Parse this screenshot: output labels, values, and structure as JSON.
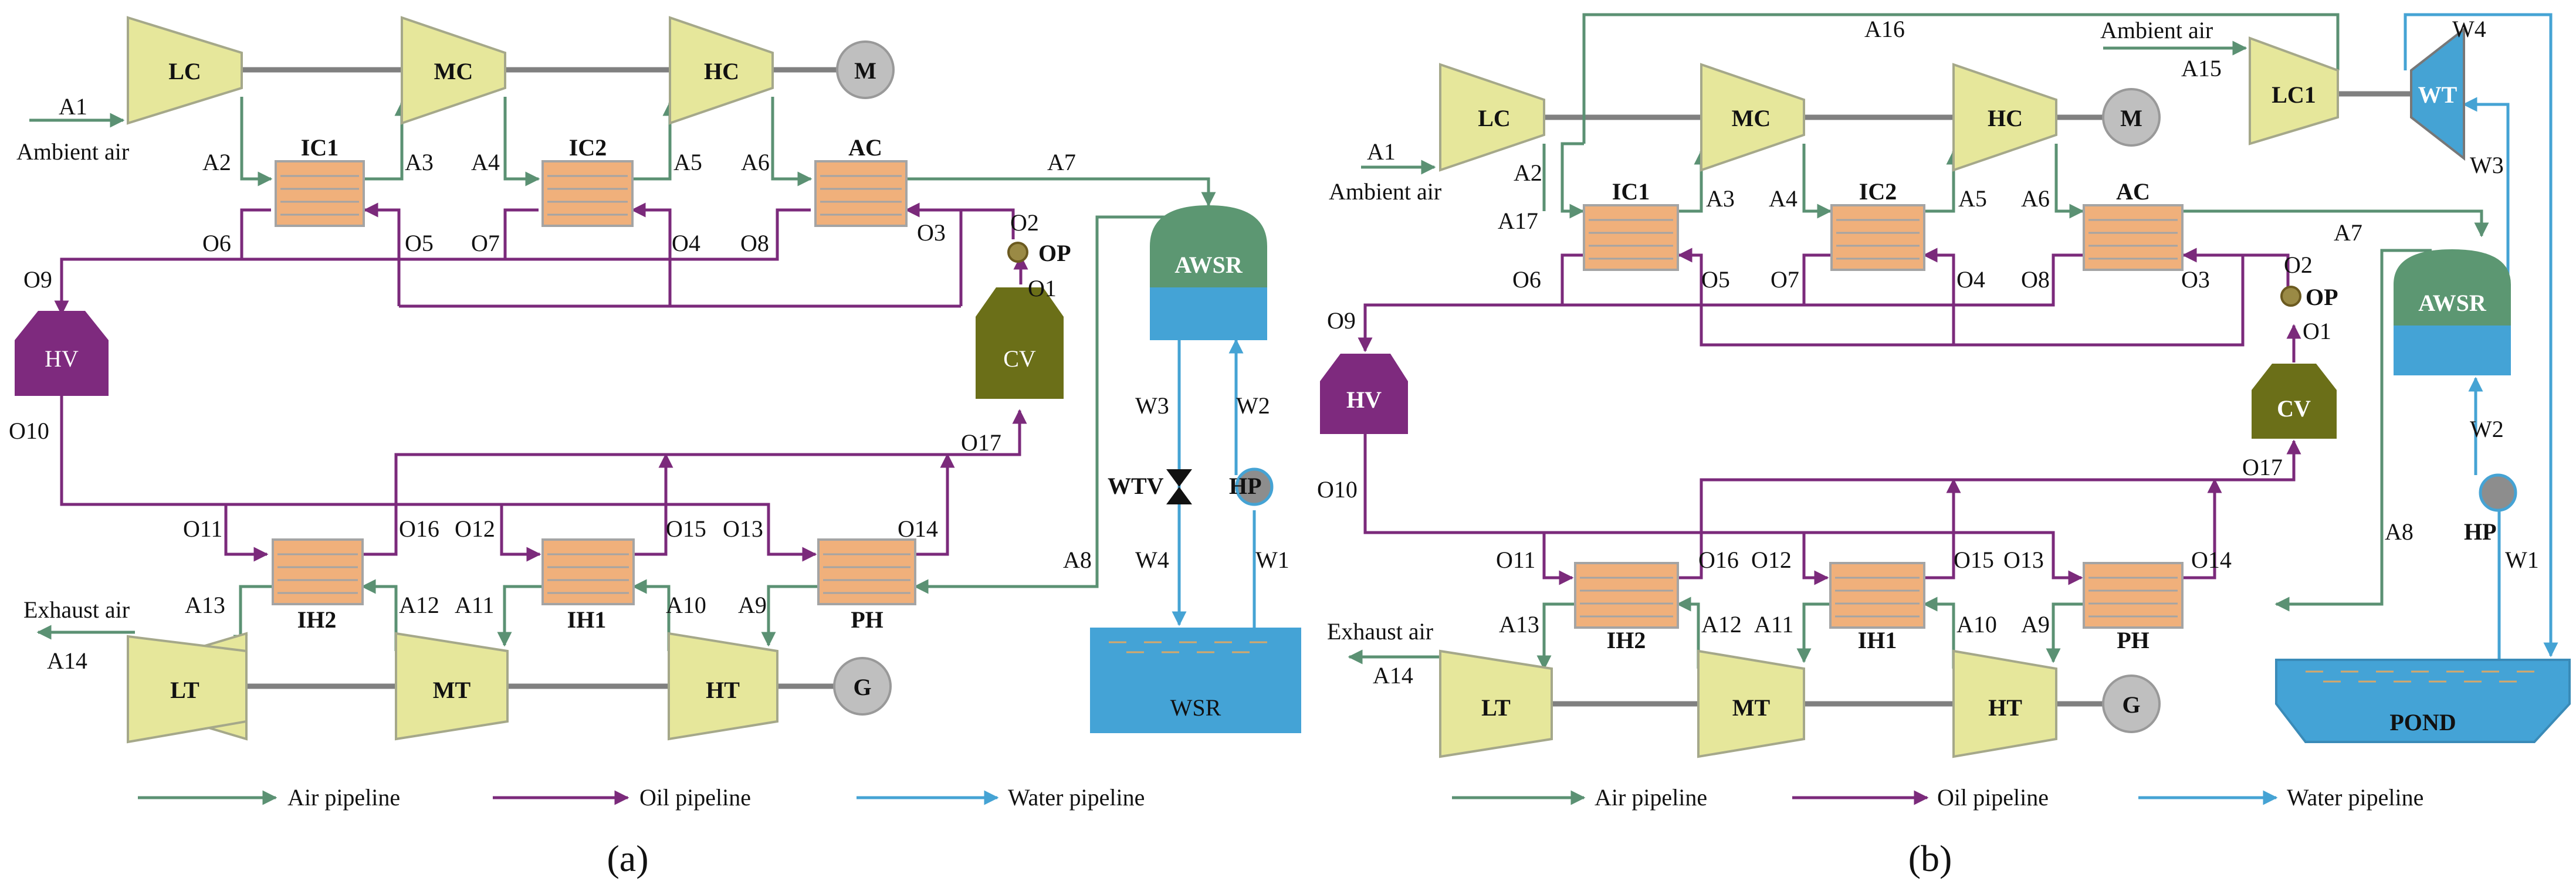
{
  "colors": {
    "air": "#5b9173",
    "oil": "#7b2a7b",
    "water": "#45a3d4",
    "machine_fill": "#e6e79b",
    "machine_stroke": "#a5a88a",
    "hx_fill": "#f0b07b",
    "hx_stroke": "#a4a4a4",
    "hv_fill": "#7e2a7e",
    "cv_fill": "#6b6f18",
    "tank_top": "#5c9772",
    "tank_bottom": "#44a3d6",
    "mg_fill": "#bfbfbf",
    "shaft": "#808080"
  },
  "panels": {
    "a": {
      "label": "(a)",
      "machines": {
        "LC": "LC",
        "MC": "MC",
        "HC": "HC",
        "M": "M",
        "LT": "LT",
        "MT": "MT",
        "HT": "HT",
        "G": "G"
      },
      "exchangers": {
        "IC1": "IC1",
        "IC2": "IC2",
        "AC": "AC",
        "IH2": "IH2",
        "IH1": "IH1",
        "PH": "PH"
      },
      "vessels": {
        "HV": "HV",
        "CV": "CV",
        "AWSR": "AWSR",
        "WSR": "WSR"
      },
      "devices": {
        "OP": "OP",
        "WTV": "WTV",
        "HP": "HP"
      },
      "streams": {
        "A1": "A1",
        "A2": "A2",
        "A3": "A3",
        "A4": "A4",
        "A5": "A5",
        "A6": "A6",
        "A7": "A7",
        "A8": "A8",
        "A9": "A9",
        "A10": "A10",
        "A11": "A11",
        "A12": "A12",
        "A13": "A13",
        "A14": "A14",
        "O1": "O1",
        "O2": "O2",
        "O3": "O3",
        "O4": "O4",
        "O5": "O5",
        "O6": "O6",
        "O7": "O7",
        "O8": "O8",
        "O9": "O9",
        "O10": "O10",
        "O11": "O11",
        "O12": "O12",
        "O13": "O13",
        "O14": "O14",
        "O15": "O15",
        "O16": "O16",
        "O17": "O17",
        "W1": "W1",
        "W2": "W2",
        "W3": "W3",
        "W4": "W4"
      },
      "ambient_air": "Ambient air",
      "exhaust_air": "Exhaust air"
    },
    "b": {
      "label": "(b)",
      "machines": {
        "LC": "LC",
        "MC": "MC",
        "HC": "HC",
        "M": "M",
        "LC1": "LC1",
        "WT": "WT",
        "LT": "LT",
        "MT": "MT",
        "HT": "HT",
        "G": "G"
      },
      "exchangers": {
        "IC1": "IC1",
        "IC2": "IC2",
        "AC": "AC",
        "IH2": "IH2",
        "IH1": "IH1",
        "PH": "PH"
      },
      "vessels": {
        "HV": "HV",
        "CV": "CV",
        "AWSR": "AWSR",
        "POND": "POND"
      },
      "devices": {
        "OP": "OP",
        "HP": "HP"
      },
      "streams": {
        "A1": "A1",
        "A2": "A2",
        "A3": "A3",
        "A4": "A4",
        "A5": "A5",
        "A6": "A6",
        "A7": "A7",
        "A8": "A8",
        "A9": "A9",
        "A10": "A10",
        "A11": "A11",
        "A12": "A12",
        "A13": "A13",
        "A14": "A14",
        "A15": "A15",
        "A16": "A16",
        "A17": "A17",
        "O1": "O1",
        "O2": "O2",
        "O3": "O3",
        "O4": "O4",
        "O5": "O5",
        "O6": "O6",
        "O7": "O7",
        "O8": "O8",
        "O9": "O9",
        "O10": "O10",
        "O11": "O11",
        "O12": "O12",
        "O13": "O13",
        "O14": "O14",
        "O15": "O15",
        "O16": "O16",
        "O17": "O17",
        "W1": "W1",
        "W2": "W2",
        "W3": "W3",
        "W4": "W4"
      },
      "ambient_air": "Ambient air",
      "ambient_air_2": "Ambient air",
      "exhaust_air": "Exhaust air"
    }
  },
  "legend": {
    "air": "Air pipeline",
    "oil": "Oil pipeline",
    "water": "Water pipeline"
  }
}
